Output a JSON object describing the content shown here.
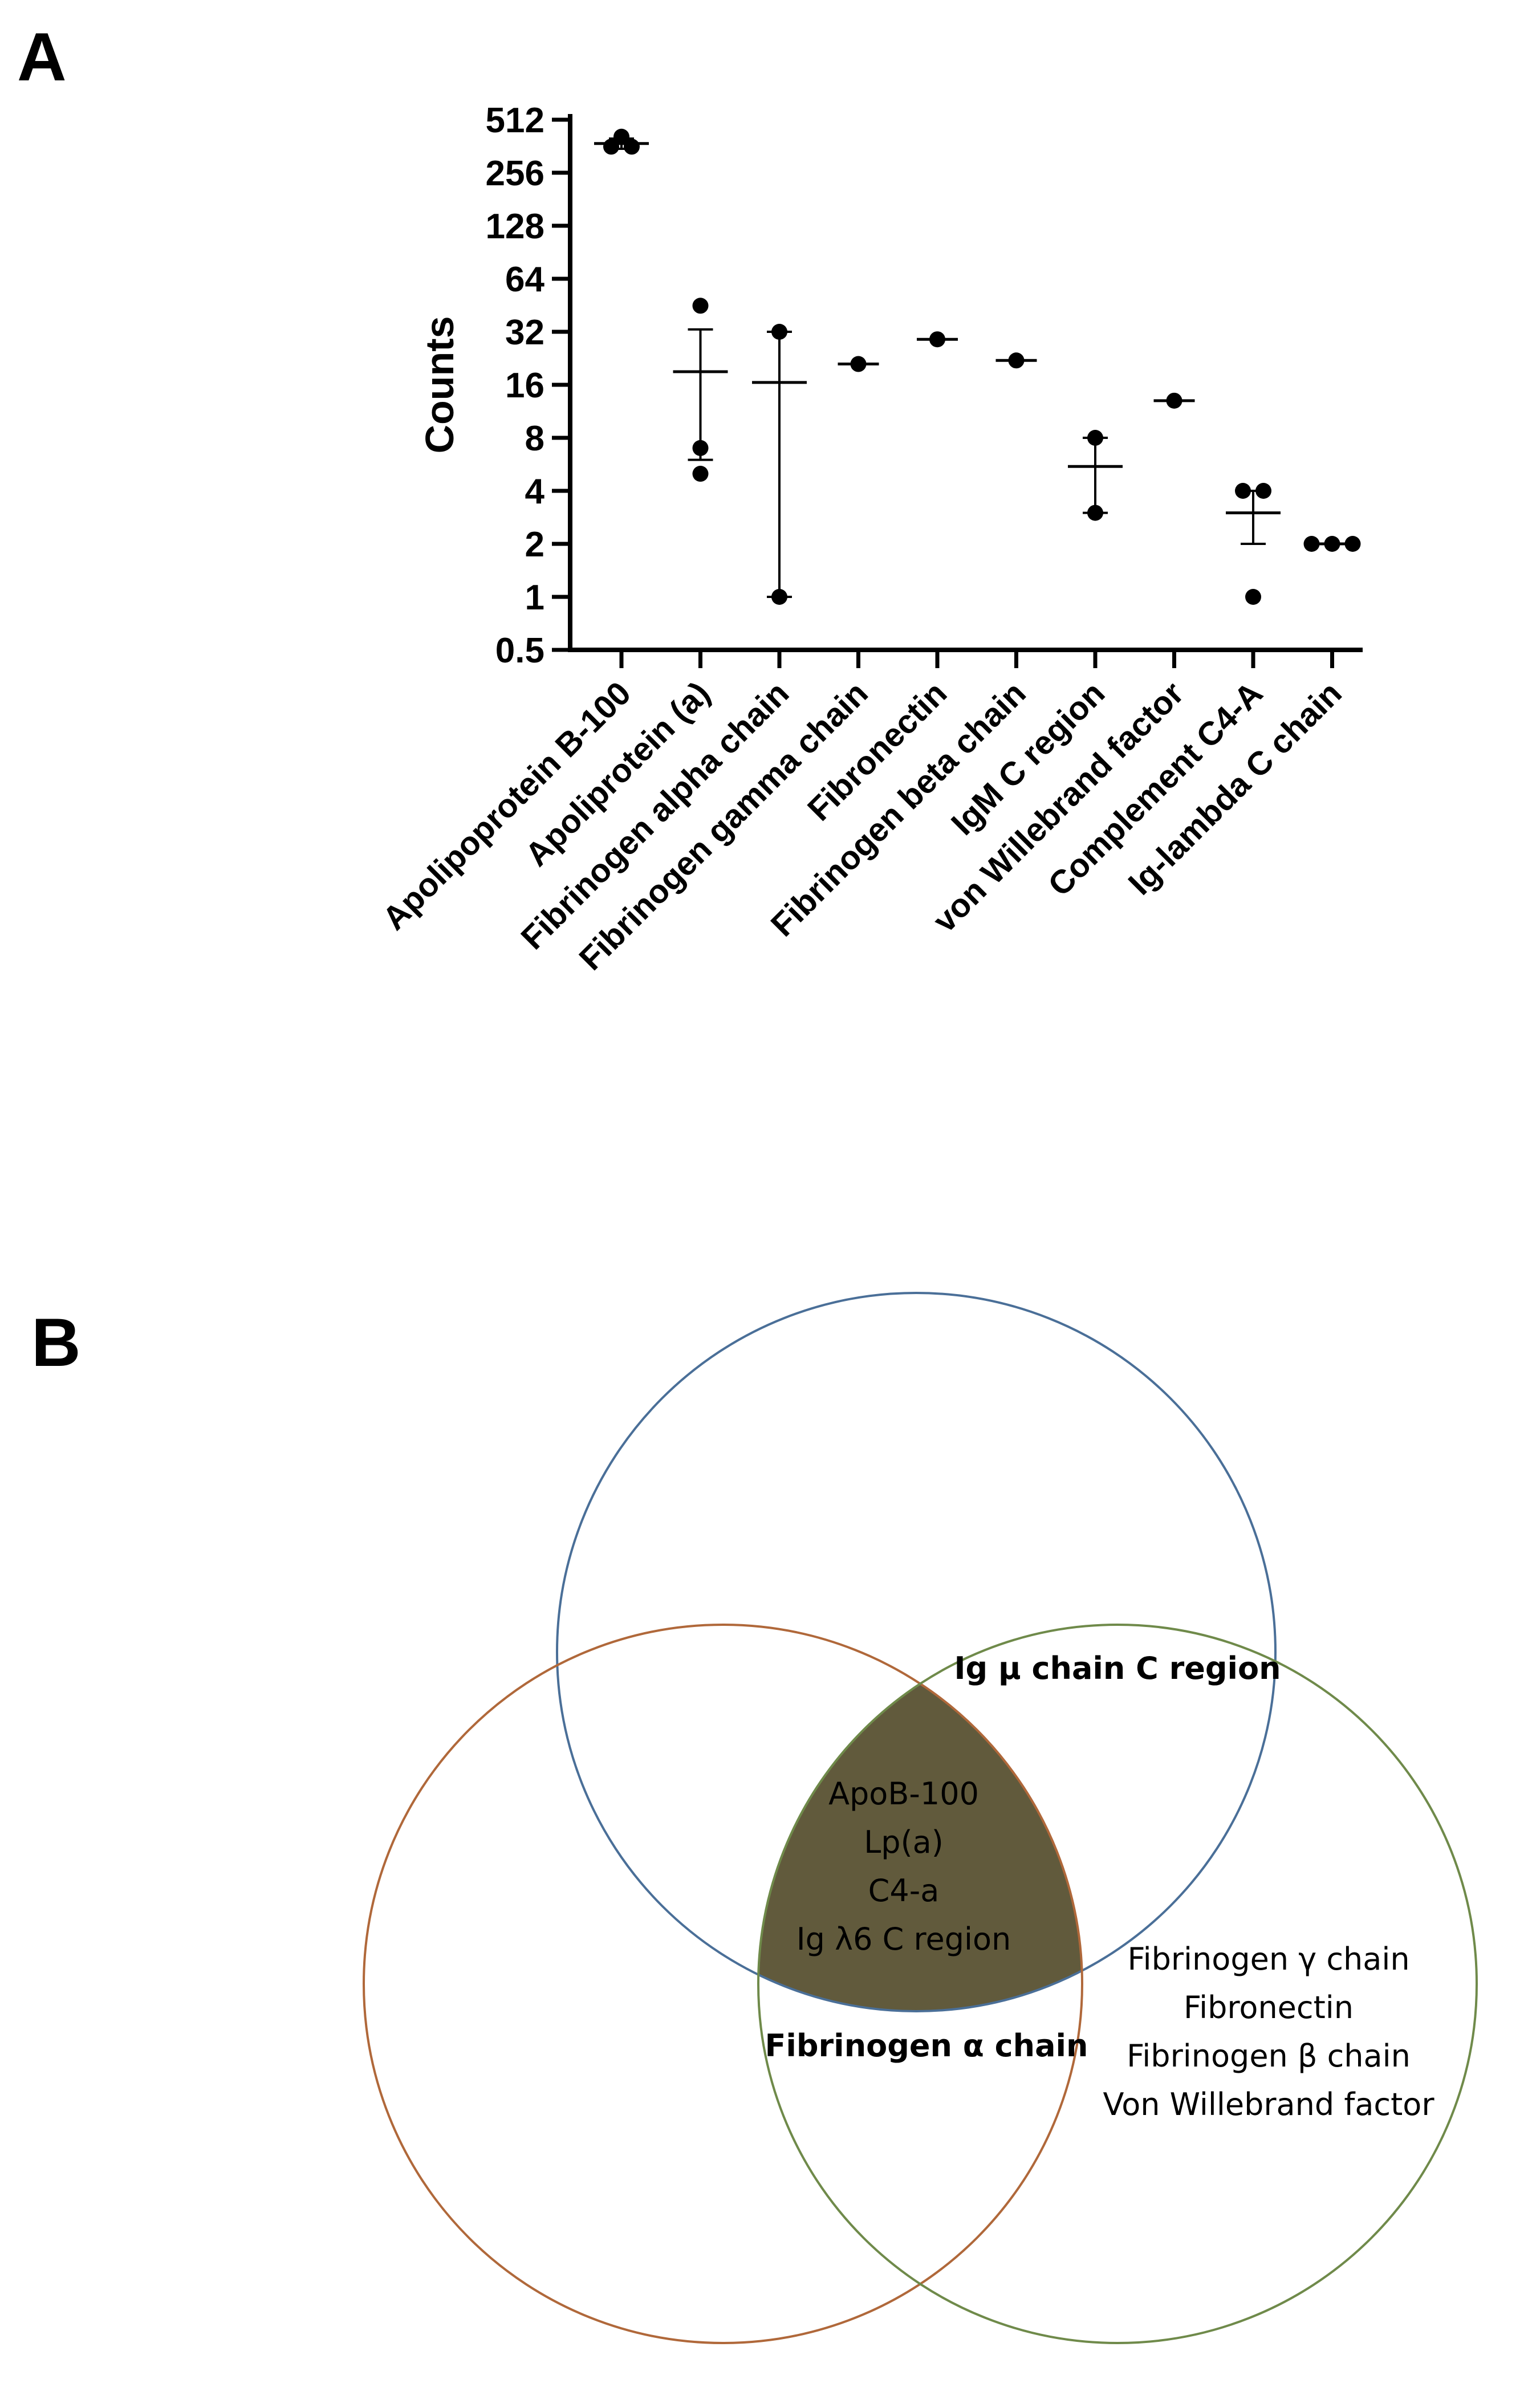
{
  "panels": {
    "a": "A",
    "b": "B"
  },
  "chart_data": {
    "type": "scatter",
    "ylabel": "Counts",
    "xlabel": "",
    "y_scale": "log2",
    "ylim": [
      0.5,
      512
    ],
    "y_ticks": [
      "512",
      "256",
      "128",
      "64",
      "32",
      "16",
      "8",
      "4",
      "2",
      "1",
      "0.5"
    ],
    "y_tick_values": [
      512,
      256,
      128,
      64,
      32,
      16,
      8,
      4,
      2,
      1,
      0.5
    ],
    "categories": [
      {
        "label": "Apolipoprotein B-100",
        "points": [
          360,
          360,
          410
        ],
        "mean": 375,
        "upper": 400,
        "lower": 350
      },
      {
        "label": "Apoliprotein (a)",
        "points": [
          45,
          7,
          5
        ],
        "mean": 19,
        "upper": 33,
        "lower": 6
      },
      {
        "label": "Fibrinogen alpha chain",
        "points": [
          32,
          1
        ],
        "mean": 16.5,
        "upper": 32,
        "lower": 1
      },
      {
        "label": "Fibrinogen gamma chain",
        "points": [
          21
        ],
        "mean": 21,
        "upper": null,
        "lower": null
      },
      {
        "label": "Fibronectin",
        "points": [
          29
        ],
        "mean": 29,
        "upper": null,
        "lower": null
      },
      {
        "label": "Fibrinogen beta chain",
        "points": [
          22
        ],
        "mean": 22,
        "upper": null,
        "lower": null
      },
      {
        "label": "IgM C region",
        "points": [
          8,
          3
        ],
        "mean": 5.5,
        "upper": 8,
        "lower": 3
      },
      {
        "label": "von Willebrand factor",
        "points": [
          13
        ],
        "mean": 13,
        "upper": null,
        "lower": null
      },
      {
        "label": "Complement C4-A",
        "points": [
          4,
          4,
          1
        ],
        "mean": 3,
        "upper": 4,
        "lower": 2
      },
      {
        "label": "Ig-lambda C chain",
        "points": [
          2,
          2,
          2
        ],
        "mean": 2,
        "upper": null,
        "lower": null
      }
    ]
  },
  "venn": {
    "colors": {
      "top": "#4a6f98",
      "left": "#b0683a",
      "right": "#6f8a4a",
      "center_fill": "#615a3c"
    },
    "top_right": "Ig μ chain C region",
    "center": [
      "ApoB-100",
      "Lp(a)",
      "C4-a",
      "Ig λ6 C region"
    ],
    "left_right": "Fibrinogen α chain",
    "right_only": [
      "Fibrinogen γ chain",
      "Fibronectin",
      "Fibrinogen β chain",
      "Von Willebrand factor"
    ]
  }
}
